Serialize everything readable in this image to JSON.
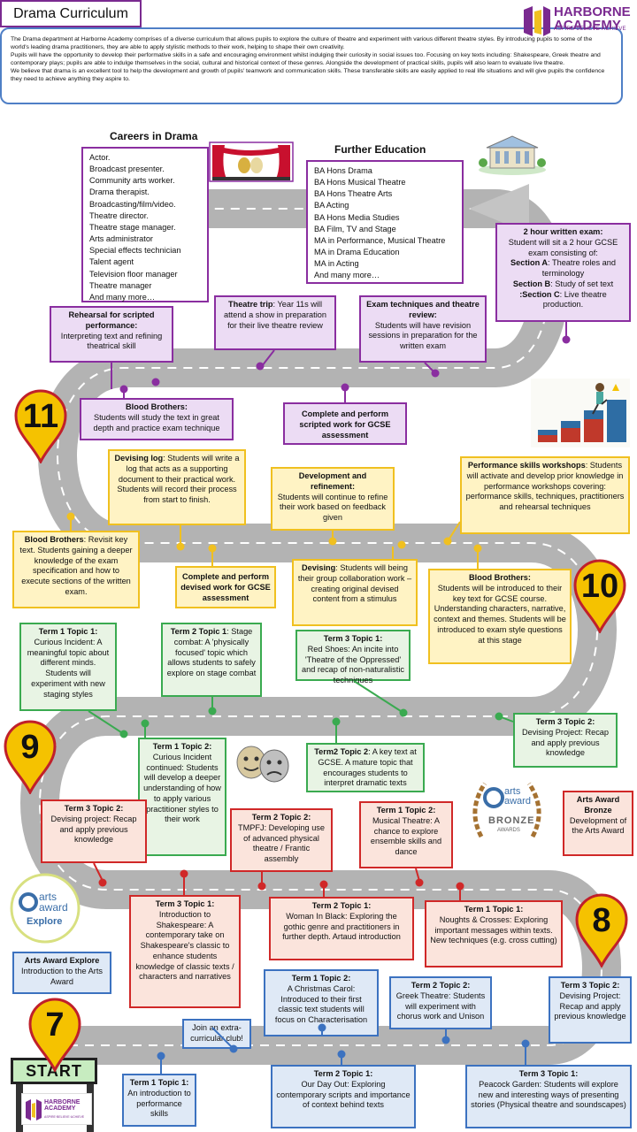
{
  "title": "Drama Curriculum",
  "logo": {
    "name": "HARBORNE ACADEMY",
    "line1": "HARBORNE",
    "line2": "ACADEMY",
    "tagline": "ASPIRE·BELIEVE·ACHIEVE"
  },
  "intro": [
    "The Drama department at Harborne Academy comprises of a diverse curriculum that allows pupils to explore the culture of theatre and experiment with various different theatre styles. By introducing pupils to some of the world's leading drama practitioners, they are able to apply stylistic methods to their work, helping to shape their own creativity.",
    "Pupils will have the opportunity to develop their performative skills in a safe and encouraging environment whilst indulging their curiosity in social issues too. Focusing on key texts including: Shakespeare, Greek theatre and contemporary plays; pupils are able to indulge themselves in the social, cultural and historical context of these genres. Alongside the development of practical skills, pupils will also learn to evaluate live theatre.",
    "We believe that drama is an excellent tool to help the development and growth of pupils' teamwork and communication skills. These transferable skills are easily applied to real life situations and will give pupils the confidence they need to achieve anything they aspire to."
  ],
  "careers": {
    "heading": "Careers in Drama",
    "items": [
      "Actor.",
      "Broadcast presenter.",
      "Community arts worker.",
      "Drama therapist.",
      "Broadcasting/film/video.",
      "Theatre director.",
      "Theatre stage manager.",
      "Arts administrator",
      "Special effects technician",
      "Talent agent",
      "Television floor manager",
      "Theatre manager",
      "And many more…"
    ]
  },
  "further": {
    "heading": "Further Education",
    "items": [
      "BA Hons Drama",
      "BA Hons Musical Theatre",
      "BA Hons Theatre Arts",
      "BA Acting",
      "BA Hons Media Studies",
      "BA Film, TV and Stage",
      "MA in Performance, Musical Theatre",
      "MA in Drama Education",
      "MA in Acting",
      "And many more…"
    ]
  },
  "year_numbers": {
    "y11": "11",
    "y10": "10",
    "y9": "9",
    "y8": "8",
    "y7": "7"
  },
  "start_label": "START",
  "y11": {
    "written_exam": {
      "title": "2 hour written exam:",
      "line1": "Student will sit a 2 hour GCSE exam consisting of:",
      "a_label": "Section A",
      "a_text": ": Theatre roles and terminology",
      "b_label": "Section B",
      "b_text": ": Study of set text",
      "c_label": ":Section C",
      "c_text": ": Live theatre production."
    },
    "rehearsal": {
      "title": "Rehearsal for scripted performance:",
      "text": "Interpreting text and refining theatrical skill"
    },
    "theatre_trip": {
      "title": "Theatre trip",
      "text": ": Year 11s will attend a show in preparation for their live theatre review"
    },
    "exam_techniques": {
      "title": "Exam techniques and theatre review:",
      "text": "Students will have revision sessions in preparation for the written exam"
    },
    "blood_brothers": {
      "title": "Blood Brothers:",
      "text": "Students will study the text in great depth and practice exam technique"
    },
    "scripted_work": {
      "title": "Complete and perform scripted work for GCSE assessment"
    }
  },
  "y10": {
    "devising_log": {
      "title": "Devising log",
      "text": ": Students will write a log that acts as a supporting document to their practical work. Students will record their process from start to finish."
    },
    "development": {
      "title": "Development and refinement:",
      "text": "Students will continue to refine their work based on feedback given"
    },
    "workshops": {
      "title": "Performance skills workshops",
      "text": ": Students will activate and develop prior knowledge in performance workshops covering: performance skills, techniques, practitioners and rehearsal techniques"
    },
    "blood_revisit": {
      "title": "Blood Brothers",
      "text": ": Revisit key text. Students gaining a deeper knowledge of the exam specification and how to execute sections of the written exam."
    },
    "devised_work": {
      "title": "Complete and perform devised work for GCSE assessment"
    },
    "devising": {
      "title": "Devising",
      "text": ": Students will being their group collaboration work – creating original devised content from a stimulus"
    },
    "blood_intro": {
      "title": "Blood Brothers:",
      "text": "Students will be introduced to their key text for GCSE course. Understanding characters, narrative, context and themes. Students will be introduced to exam style questions at this stage"
    }
  },
  "y9": {
    "t1t1": {
      "title": "Term 1 Topic 1:",
      "text": "Curious Incident: A meaningful topic about different minds. Students will experiment with new staging styles"
    },
    "t2t1": {
      "title": "Term 2 Topic 1",
      "text": ": Stage combat: A 'physically focused' topic which allows students to safely explore on stage combat"
    },
    "t3t1": {
      "title": "Term 3 Topic 1:",
      "text": "Red Shoes: An incite into 'Theatre of the Oppressed' and recap of non-naturalistic techniques"
    },
    "t1t2": {
      "title": "Term 1 Topic 2:",
      "text": "Curious Incident continued: Students will develop a deeper understanding of how to apply various practitioner styles to their work"
    },
    "t2t2": {
      "title": "Term2 Topic 2",
      "text": ": A key text at GCSE. A mature topic that encourages students to interpret dramatic texts"
    },
    "t3t2": {
      "title": "Term 3 Topic 2:",
      "text": "Devising Project: Recap and apply previous knowledge"
    }
  },
  "y8": {
    "t3t2": {
      "title": "Term 3 Topic 2:",
      "text": "Devising project: Recap and apply previous knowledge"
    },
    "t2t2": {
      "title": "Term 2 Topic 2:",
      "text": "TMPFJ: Developing use of advanced physical theatre / Frantic assembly"
    },
    "t1t2": {
      "title": "Term 1 Topic 2:",
      "text": "Musical Theatre: A chance to explore ensemble skills and dance"
    },
    "t3t1": {
      "title": "Term 3 Topic 1:",
      "text": "Introduction to Shakespeare: A contemporary take on Shakespeare's classic to enhance students knowledge of classic texts / characters and narratives"
    },
    "t2t1": {
      "title": "Term 2 Topic 1:",
      "text": "Woman In Black: Exploring the gothic genre and practitioners in further depth. Artaud introduction"
    },
    "t1t1": {
      "title": "Term 1 Topic 1:",
      "text": "Noughts & Crosses: Exploring important messages within texts. New techniques (e.g. cross cutting)"
    },
    "bronze": {
      "title": "Arts Award Bronze",
      "text": "Development of the Arts Award"
    }
  },
  "arts_bronze_logo": {
    "word": "arts",
    "word2": "award",
    "level": "BRONZE",
    "sub": "AWARDS"
  },
  "arts_explore_logo": {
    "word": "arts",
    "word2": "award",
    "level": "Explore"
  },
  "y7": {
    "explore": {
      "title": "Arts Award Explore",
      "text": "Introduction to the Arts Award"
    },
    "club": {
      "text": "Join an extra-curricular club!"
    },
    "t1t2": {
      "title": "Term 1 Topic 2:",
      "text": "A Christmas Carol: Introduced to their first classic text students will focus on Characterisation"
    },
    "t2t2": {
      "title": "Term 2 Topic 2:",
      "text": "Greek Theatre: Students will experiment with chorus work and Unison"
    },
    "t3t2": {
      "title": "Term 3 Topic 2:",
      "text": "Devising Project: Recap and apply previous knowledge"
    },
    "t1t1": {
      "title": "Term 1 Topic 1:",
      "text": "An introduction to performance skills"
    },
    "t2t1": {
      "title": "Term 2 Topic 1:",
      "text": "Our Day Out: Exploring contemporary scripts and importance of context behind texts"
    },
    "t3t1": {
      "title": "Term 3 Topic 1:",
      "text": "Peacock Garden: Students will explore new and interesting ways of presenting stories (Physical theatre and soundscapes)"
    }
  },
  "colors": {
    "year11": "#8a2ea0",
    "year10": "#f0c020",
    "year9": "#3aaa50",
    "year8": "#d02828",
    "year7": "#3c72c0",
    "road": "#b5b5b5",
    "pin": "#f5c200",
    "pin_outline": "#c0202a"
  }
}
